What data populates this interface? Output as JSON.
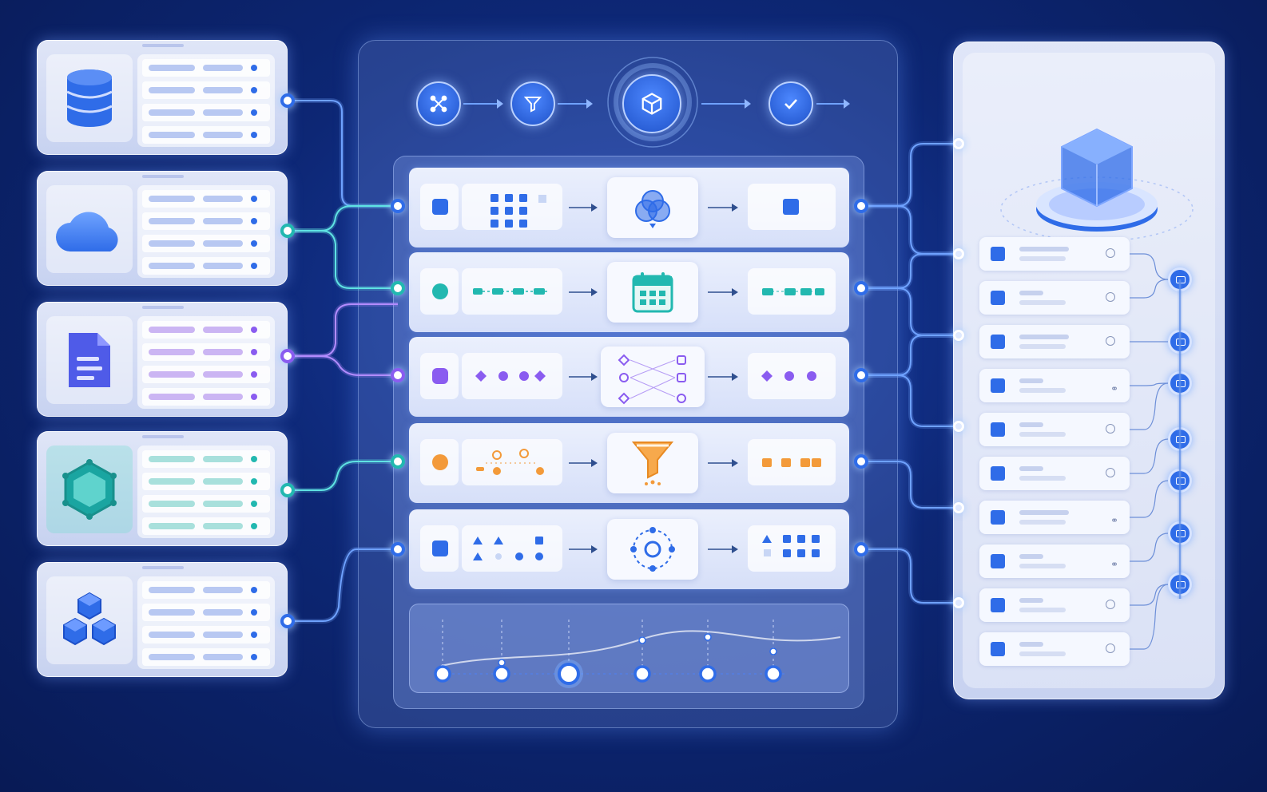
{
  "colors": {
    "background": "#0b2066",
    "accent_blue": "#2f6ce8",
    "teal": "#22b8b0",
    "purple": "#8a5cf0",
    "orange": "#f39a3a",
    "wire_blue": "#6fa2ff",
    "wire_teal": "#5fe3e3",
    "wire_purple": "#b38cff"
  },
  "sources": [
    {
      "icon": "database-icon",
      "theme": "blue"
    },
    {
      "icon": "cloud-icon",
      "theme": "blue"
    },
    {
      "icon": "document-icon",
      "theme": "purple"
    },
    {
      "icon": "hexagon-network-icon",
      "theme": "teal"
    },
    {
      "icon": "cubes-icon",
      "theme": "blue"
    }
  ],
  "pipeline_steps": [
    {
      "icon": "connect-icon"
    },
    {
      "icon": "filter-icon"
    },
    {
      "icon": "cube-icon",
      "active": true
    },
    {
      "icon": "check-icon"
    }
  ],
  "process_rows": [
    {
      "theme": "blue",
      "center_icon": "venn-merge-icon"
    },
    {
      "theme": "teal",
      "center_icon": "calendar-icon"
    },
    {
      "theme": "purple",
      "center_icon": "shuffle-mapping-icon"
    },
    {
      "theme": "orange",
      "center_icon": "funnel-icon"
    },
    {
      "theme": "blue",
      "center_icon": "target-icon"
    }
  ],
  "timeline": {
    "nodes": 6,
    "active_index": 2
  },
  "target": {
    "header_icon": "data-warehouse-cube-icon",
    "item_count": 10,
    "bin_count": 7
  }
}
